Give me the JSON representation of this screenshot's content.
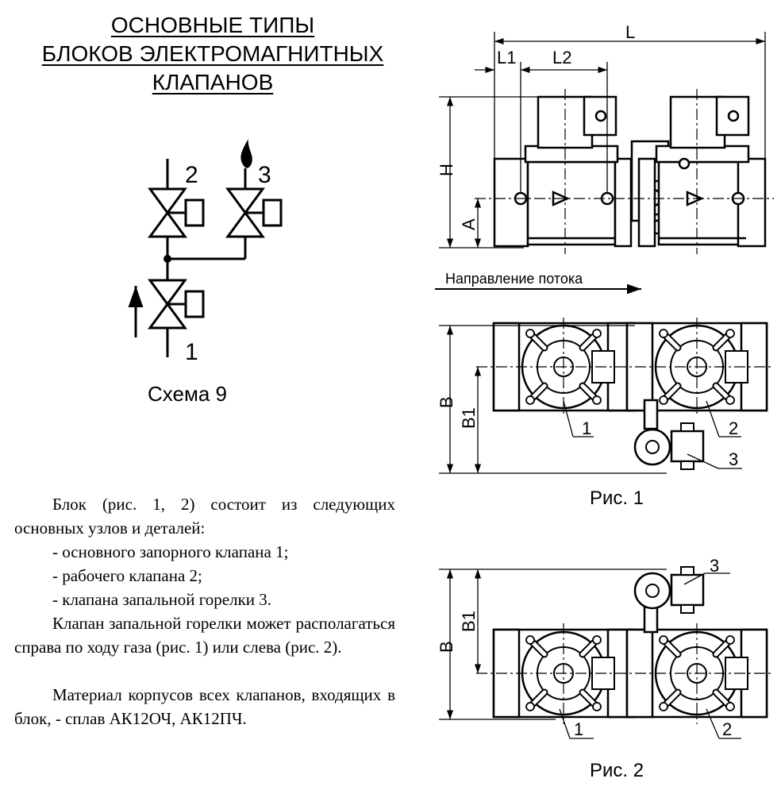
{
  "title": {
    "line1": "ОСНОВНЫЕ ТИПЫ",
    "line2": "БЛОКОВ ЭЛЕКТРОМАГНИТНЫХ",
    "line3": "КЛАПАНОВ"
  },
  "schema": {
    "label": "Схема 9",
    "nodes": [
      "1",
      "2",
      "3"
    ]
  },
  "drawing": {
    "dims": {
      "L": "L",
      "L1": "L1",
      "L2": "L2",
      "H": "H",
      "A": "A",
      "B": "B",
      "B1": "B1"
    },
    "flow_label": "Направление потока",
    "fig1": {
      "caption": "Рис. 1",
      "callouts": [
        "1",
        "2",
        "3"
      ]
    },
    "fig2": {
      "caption": "Рис. 2",
      "callouts": [
        "1",
        "2",
        "3"
      ]
    }
  },
  "text": {
    "p1": "Блок (рис. 1, 2) состоит из следующих основных узлов и деталей:",
    "items": [
      "- основного запорного клапана 1;",
      "- рабочего клапана 2;",
      "- клапана запальной горелки 3."
    ],
    "p2": "Клапан запальной горелки может располагаться справа по ходу газа (рис. 1) или слева (рис. 2).",
    "p3": "Материал корпусов всех клапанов, входящих в блок, - сплав АК12ОЧ, АК12ПЧ."
  }
}
